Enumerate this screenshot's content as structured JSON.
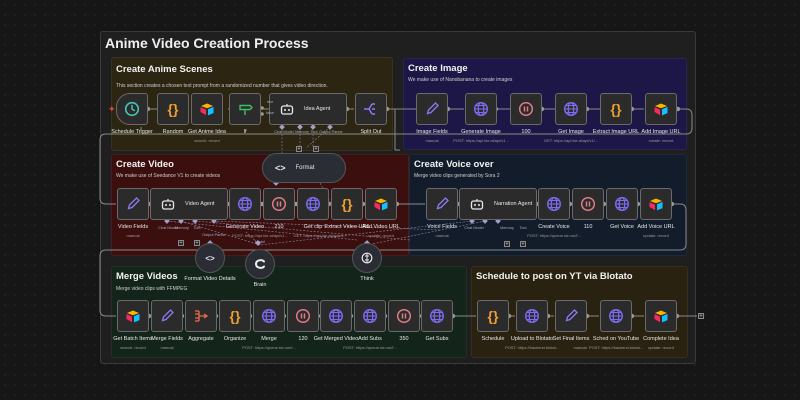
{
  "canvas": {
    "title": "Anime Video Creation Process"
  },
  "colors": {
    "scenes_bg": "#2c2511",
    "image_bg": "#1c1747",
    "video_bg": "#3c0f0f",
    "voice_bg": "#121c2b",
    "merge_bg": "#13241a",
    "schedule_bg": "#2a2210",
    "globe": "#7b6cf2",
    "braces": "#f0a030",
    "wait": "#e07a86",
    "pencil": "#8a7cf7",
    "clock": "#44c7b2",
    "if": "#3fbf6a",
    "split": "#8a7cf7",
    "aggregate": "#ec6a4a"
  },
  "sections": {
    "scenes": {
      "title": "Create Anime Scenes",
      "description": "This section creates a chosen text prompt from a randomized number that gives video direction.",
      "nodes": [
        {
          "label": "Schedule Trigger",
          "sub": "",
          "icon": "clock-icon"
        },
        {
          "label": "Random",
          "sub": "",
          "icon": "braces-icon"
        },
        {
          "label": "Get Anime Idea",
          "sub": "search: record",
          "icon": "airtable-icon"
        },
        {
          "label": "If",
          "sub": "",
          "icon": "signpost-icon"
        },
        {
          "label": "Idea Agent",
          "sub": "",
          "icon": "robot-icon"
        },
        {
          "label": "Split Out",
          "sub": "",
          "icon": "split-icon"
        }
      ],
      "if_outputs": [
        "true",
        "false"
      ],
      "agent_ports": [
        "Chat Model",
        "Memory",
        "Tool",
        "Output Parser"
      ]
    },
    "image": {
      "title": "Create Image",
      "description": "We make use of Nanobanana to create images",
      "nodes": [
        {
          "label": "Image Fields",
          "sub": "manual",
          "icon": "pencil-icon"
        },
        {
          "label": "Generate Image",
          "sub": "POST: https://api.kie.ai/api/v1...",
          "icon": "globe-icon"
        },
        {
          "label": "100",
          "sub": "",
          "icon": "pause-icon"
        },
        {
          "label": "Get Image",
          "sub": "GET: https://api.kie.ai/api/v1/...",
          "icon": "globe-icon"
        },
        {
          "label": "Extract Image URL",
          "sub": "",
          "icon": "braces-icon"
        },
        {
          "label": "Add Image URL",
          "sub": "create: record",
          "icon": "airtable-icon"
        }
      ]
    },
    "video": {
      "title": "Create Video",
      "description": "We make use of Seedance V1 to create videos",
      "nodes": [
        {
          "label": "Video Fields",
          "sub": "manual",
          "icon": "pencil-icon"
        },
        {
          "label": "Video Agent",
          "sub": "",
          "icon": "robot-icon"
        },
        {
          "label": "Generate Video",
          "sub": "POST: https://api.kie.ai/api/v1...",
          "icon": "globe-icon"
        },
        {
          "label": "210",
          "sub": "",
          "icon": "pause-icon"
        },
        {
          "label": "Get clip",
          "sub": "GET: https://api.kie.ai/api/v1...",
          "icon": "globe-icon"
        },
        {
          "label": "Extract Video URL",
          "sub": "",
          "icon": "braces-icon"
        },
        {
          "label": "Add Video URL",
          "sub": "update: record",
          "icon": "airtable-icon"
        }
      ],
      "agent_ports": [
        "Chat Model",
        "Memory",
        "Tool",
        "Output Parser"
      ]
    },
    "voice": {
      "title": "Create Voice over",
      "description": "Merge video clips generated by Sora 2",
      "nodes": [
        {
          "label": "Voice Fields",
          "sub": "manual",
          "icon": "pencil-icon"
        },
        {
          "label": "Narration Agent",
          "sub": "",
          "icon": "robot-icon"
        },
        {
          "label": "Create Voice",
          "sub": "POST: https://queue.fal.run/f...",
          "icon": "globe-icon"
        },
        {
          "label": "110",
          "sub": "",
          "icon": "pause-icon"
        },
        {
          "label": "Get Voice",
          "sub": "",
          "icon": "globe-icon"
        },
        {
          "label": "Add Voice URL",
          "sub": "update: record",
          "icon": "airtable-icon"
        }
      ],
      "agent_ports": [
        "Chat Model",
        "Memory",
        "Tool"
      ]
    },
    "merge": {
      "title": "Merge Videos",
      "description": "Merge video clips with FFMPEG",
      "nodes": [
        {
          "label": "Get Batch Items",
          "sub": "search: record",
          "icon": "airtable-icon"
        },
        {
          "label": "Merge Fields",
          "sub": "manual",
          "icon": "pencil-icon"
        },
        {
          "label": "Aggregate",
          "sub": "",
          "icon": "aggregate-icon"
        },
        {
          "label": "Organize",
          "sub": "",
          "icon": "braces-icon"
        },
        {
          "label": "Merge",
          "sub": "POST: https://queue.fal.run/f...",
          "icon": "globe-icon"
        },
        {
          "label": "120",
          "sub": "",
          "icon": "pause-icon"
        },
        {
          "label": "Get Merged Video",
          "sub": "",
          "icon": "globe-icon"
        },
        {
          "label": "Add Subs",
          "sub": "POST: https://queue.fal.run/f...",
          "icon": "globe-icon"
        },
        {
          "label": "350",
          "sub": "",
          "icon": "pause-icon"
        },
        {
          "label": "Get Subs",
          "sub": "",
          "icon": "globe-icon"
        }
      ]
    },
    "schedule": {
      "title": "Schedule to post on YT via Blotato",
      "nodes": [
        {
          "label": "Schedule",
          "sub": "",
          "icon": "braces-icon"
        },
        {
          "label": "Upload to Blotato",
          "sub": "POST: https://backend.blotat...",
          "icon": "globe-icon"
        },
        {
          "label": "Set Final Items",
          "sub": "manual",
          "icon": "pencil-icon"
        },
        {
          "label": "Sched on YouTube",
          "sub": "POST: https://backend.blotat...",
          "icon": "globe-icon"
        },
        {
          "label": "Complete Idea",
          "sub": "update: record",
          "icon": "airtable-icon"
        }
      ]
    }
  },
  "sub_nodes": {
    "format": {
      "label": "Format"
    },
    "format_video_details": {
      "label": "Format Video Details"
    },
    "brain": {
      "label": "Brain"
    },
    "think": {
      "label": "Think"
    },
    "model_port": "Model"
  }
}
